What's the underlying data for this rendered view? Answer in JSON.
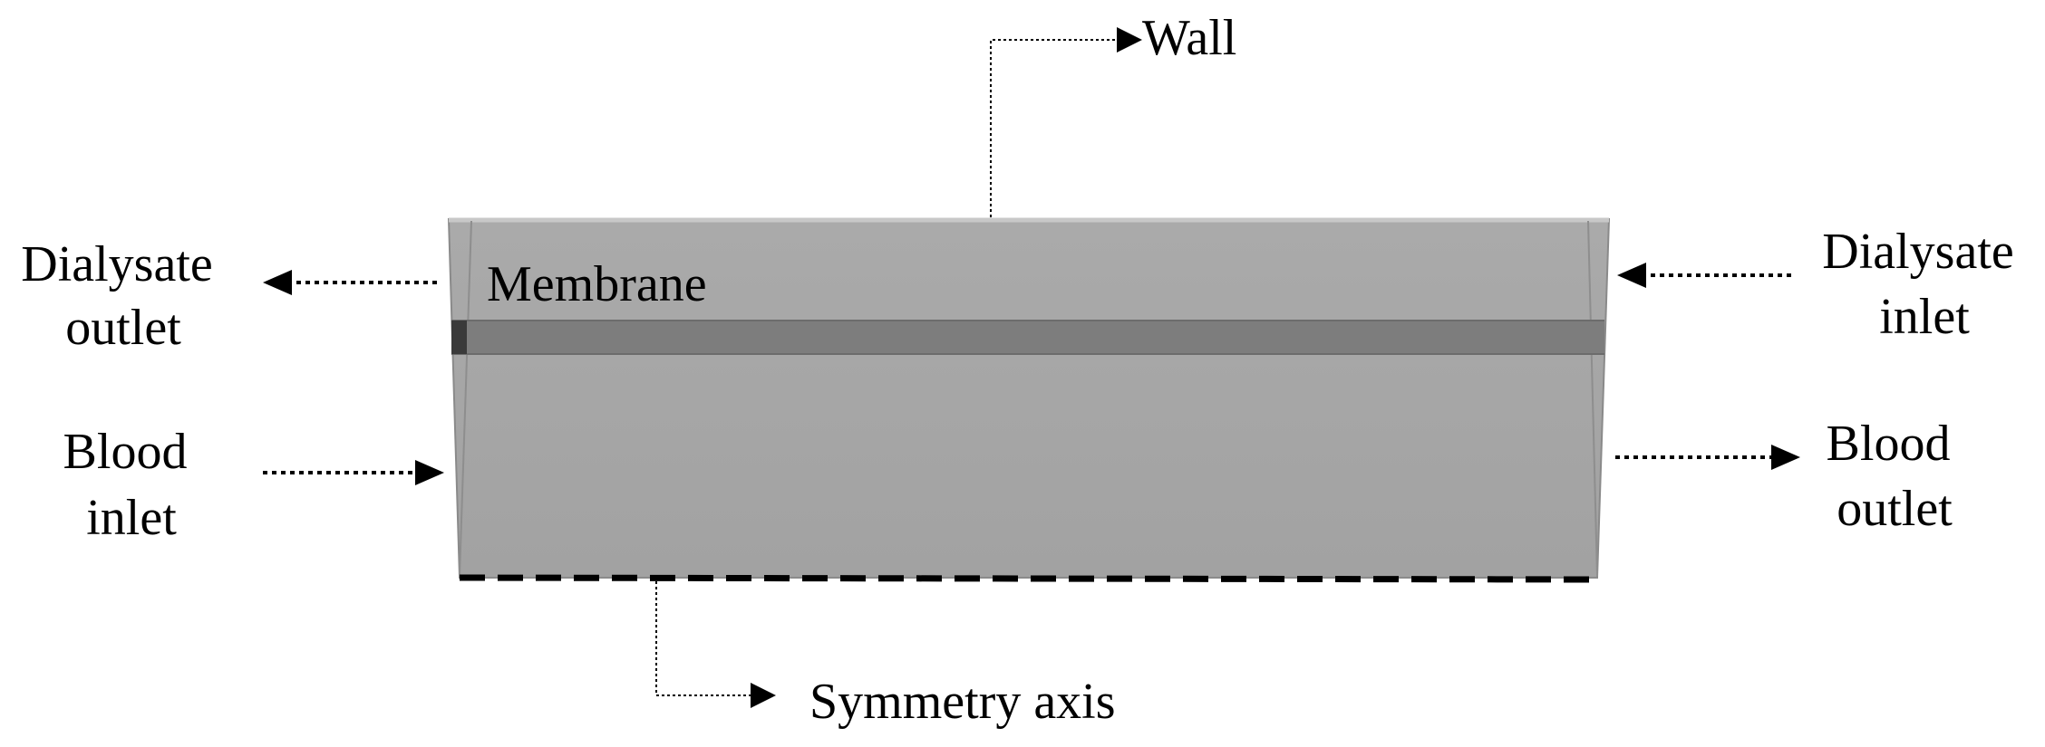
{
  "labels": {
    "wall": "Wall",
    "membrane": "Membrane",
    "dialysate_outlet": [
      "Dialysate",
      "outlet"
    ],
    "dialysate_inlet": [
      "Dialysate",
      "inlet"
    ],
    "blood_inlet": [
      "Blood",
      "inlet"
    ],
    "blood_outlet": [
      "Blood",
      "outlet"
    ],
    "symmetry_axis": "Symmetry axis"
  },
  "colors": {
    "domain_fill": "#a6a6a6",
    "membrane_fill": "#7d7d7d",
    "membrane_left_cap": "#3a3a3a",
    "wall_line": "#c4c4c4",
    "outline": "#8a8a8a",
    "arrow": "#000000",
    "text": "#000000"
  }
}
